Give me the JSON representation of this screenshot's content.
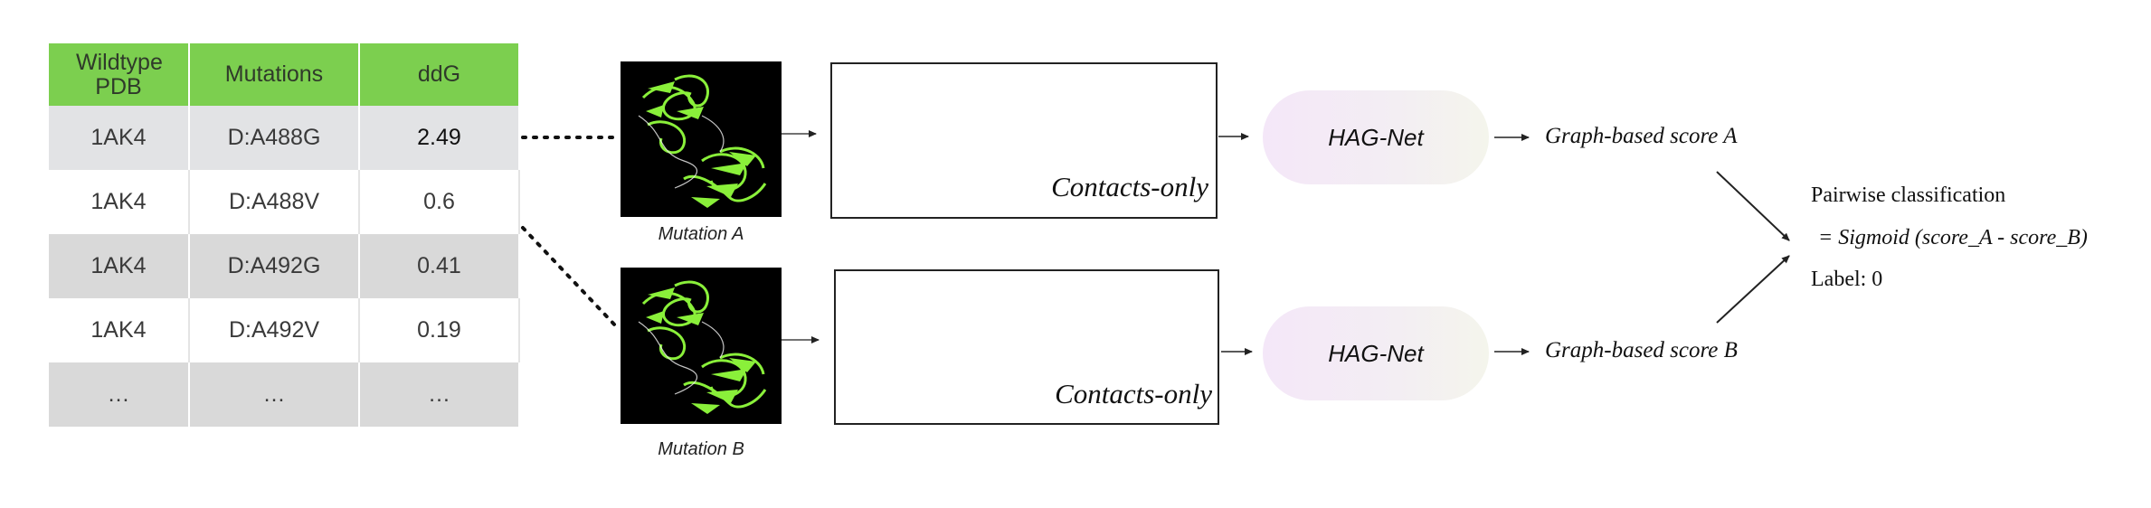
{
  "table": {
    "headers": [
      "Wildtype PDB",
      "Mutations",
      "ddG"
    ],
    "rows": [
      [
        "1AK4",
        "D:A488G",
        "2.49"
      ],
      [
        "1AK4",
        "D:A488V",
        "0.6"
      ],
      [
        "1AK4",
        "D:A492G",
        "0.41"
      ],
      [
        "1AK4",
        "D:A492V",
        "0.19"
      ],
      [
        "…",
        "…",
        "…"
      ]
    ]
  },
  "mutation_a": {
    "caption": "Mutation A",
    "graph_label": "Contacts-only",
    "model": "HAG-Net",
    "score": "Graph-based score A"
  },
  "mutation_b": {
    "caption": "Mutation B",
    "graph_label": "Contacts-only",
    "model": "HAG-Net",
    "score": "Graph-based score B"
  },
  "output": {
    "title": "Pairwise classification",
    "formula": "= Sigmoid (score_A - score_B)",
    "label": "Label: 0"
  },
  "colors": {
    "header_green": "#7ccf4f",
    "node_gray": "#c0c0c0",
    "node_purple": "#cf8cf2",
    "protein_green": "#8af03a"
  }
}
